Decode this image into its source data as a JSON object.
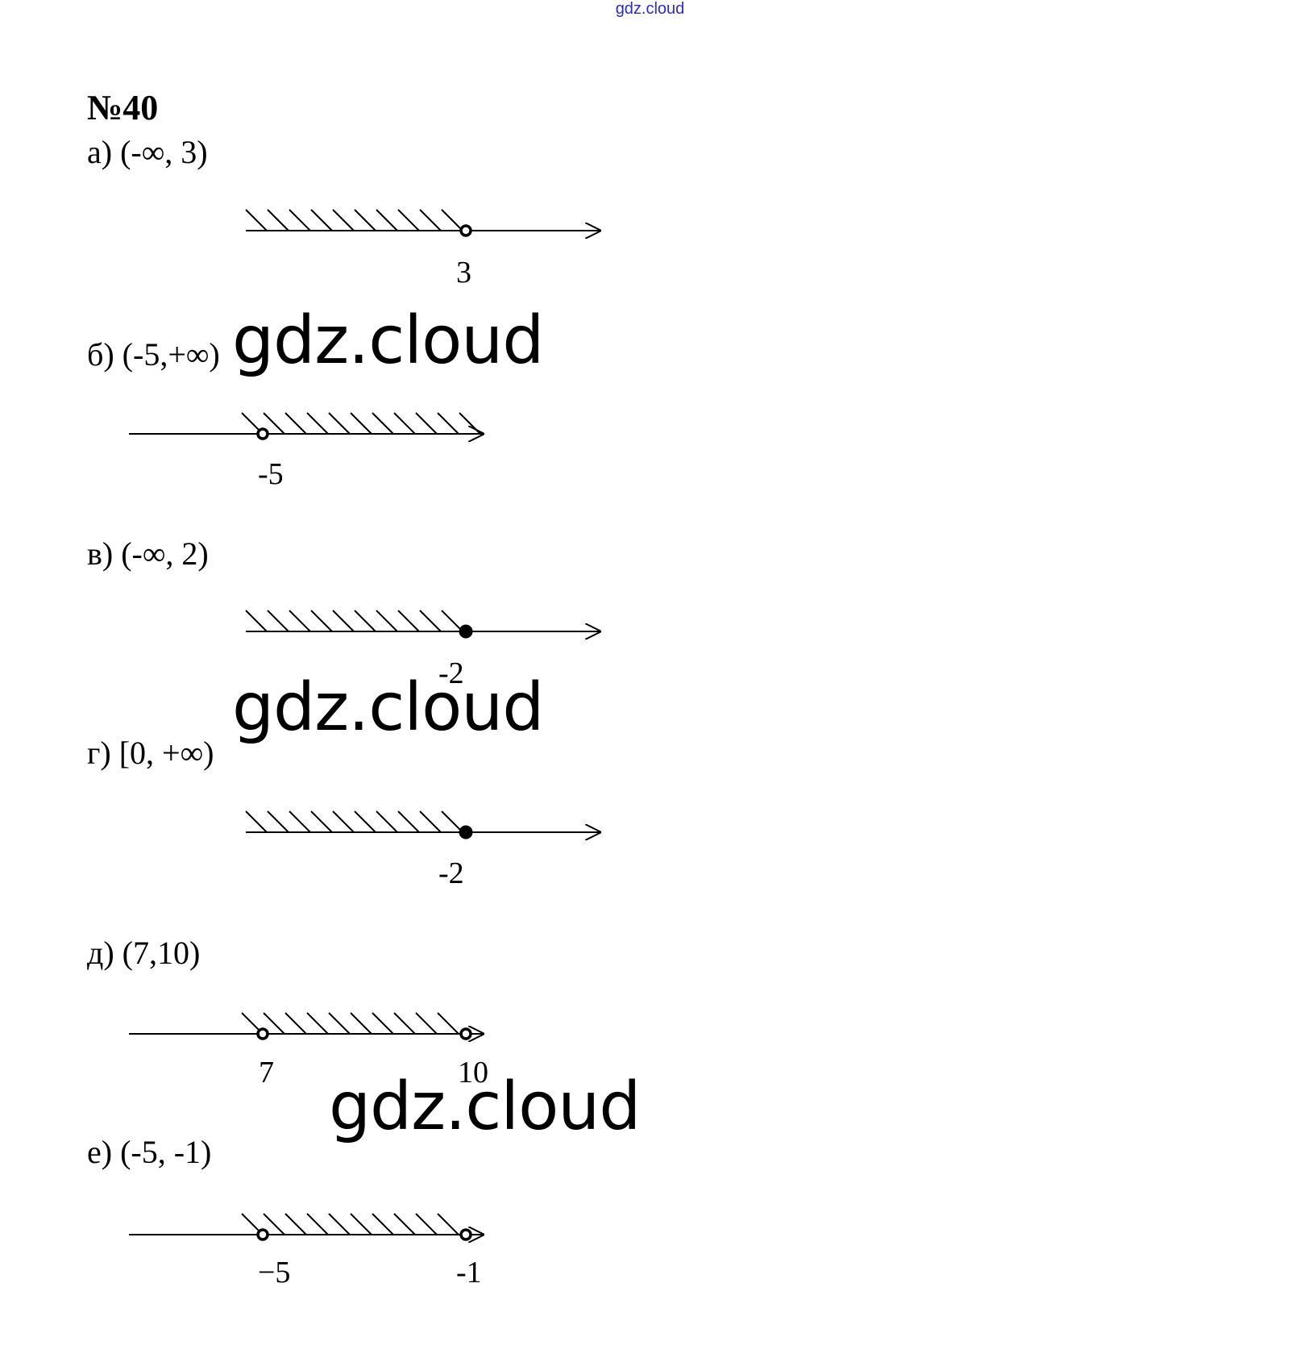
{
  "header": {
    "link_text": "gdz.cloud"
  },
  "problem": {
    "number": "№40"
  },
  "items": [
    {
      "label": "а) (-∞, 3)",
      "ticks": [
        {
          "text": "3",
          "value": 3,
          "point": "open"
        }
      ],
      "shade": "left"
    },
    {
      "label": "б) (-5,+∞)",
      "ticks": [
        {
          "text": "-5",
          "value": -5,
          "point": "open"
        }
      ],
      "shade": "right"
    },
    {
      "label": "в) (-∞, 2)",
      "ticks": [
        {
          "text": "-2",
          "value": -2,
          "point": "closed"
        }
      ],
      "shade": "left"
    },
    {
      "label": "г) [0, +∞)",
      "ticks": [
        {
          "text": "-2",
          "value": -2,
          "point": "closed"
        }
      ],
      "shade": "left"
    },
    {
      "label": "д) (7,10)",
      "ticks": [
        {
          "text": "7",
          "value": 7,
          "point": "open"
        },
        {
          "text": "10",
          "value": 10,
          "point": "open"
        }
      ],
      "shade": "between"
    },
    {
      "label": "е) (-5, -1)",
      "ticks": [
        {
          "text": "−5",
          "value": -5,
          "point": "open"
        },
        {
          "text": "-1",
          "value": -1,
          "point": "open"
        }
      ],
      "shade": "between"
    }
  ],
  "watermarks": [
    "gdz.cloud",
    "gdz.cloud",
    "gdz.cloud"
  ]
}
